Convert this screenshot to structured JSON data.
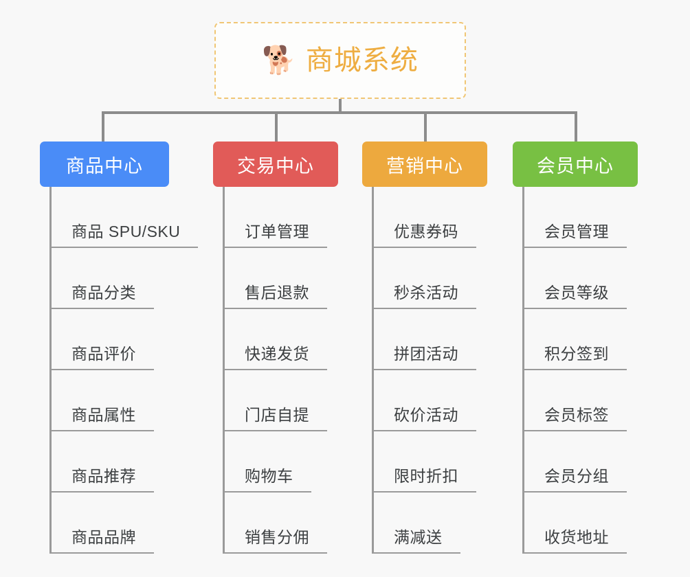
{
  "page": {
    "background_color": "#f8f8f8",
    "title": "商城系统",
    "type": "mindmap"
  },
  "root": {
    "label": "商城系统",
    "emoji": "🐕",
    "emoji_name": "shiba-inu-dog-face",
    "text_color": "#eead41",
    "border_color": "#f0c674",
    "background_color": "#fdfdfc"
  },
  "connector_color": "#8c8c8c",
  "columns": [
    {
      "id": "product-center",
      "label": "商品中心",
      "color": "#4a8cf7",
      "items": [
        {
          "label": "商品 SPU/SKU"
        },
        {
          "label": "商品分类"
        },
        {
          "label": "商品评价"
        },
        {
          "label": "商品属性"
        },
        {
          "label": "商品推荐"
        },
        {
          "label": "商品品牌"
        }
      ]
    },
    {
      "id": "trade-center",
      "label": "交易中心",
      "color": "#e15b58",
      "items": [
        {
          "label": "订单管理"
        },
        {
          "label": "售后退款"
        },
        {
          "label": "快递发货"
        },
        {
          "label": "门店自提"
        },
        {
          "label": "购物车"
        },
        {
          "label": "销售分佣"
        }
      ]
    },
    {
      "id": "marketing-center",
      "label": "营销中心",
      "color": "#eda93e",
      "items": [
        {
          "label": "优惠券码"
        },
        {
          "label": "秒杀活动"
        },
        {
          "label": "拼团活动"
        },
        {
          "label": "砍价活动"
        },
        {
          "label": "限时折扣"
        },
        {
          "label": "满减送"
        }
      ]
    },
    {
      "id": "member-center",
      "label": "会员中心",
      "color": "#78c043",
      "items": [
        {
          "label": "会员管理"
        },
        {
          "label": "会员等级"
        },
        {
          "label": "积分签到"
        },
        {
          "label": "会员标签"
        },
        {
          "label": "会员分组"
        },
        {
          "label": "收货地址"
        }
      ]
    }
  ]
}
